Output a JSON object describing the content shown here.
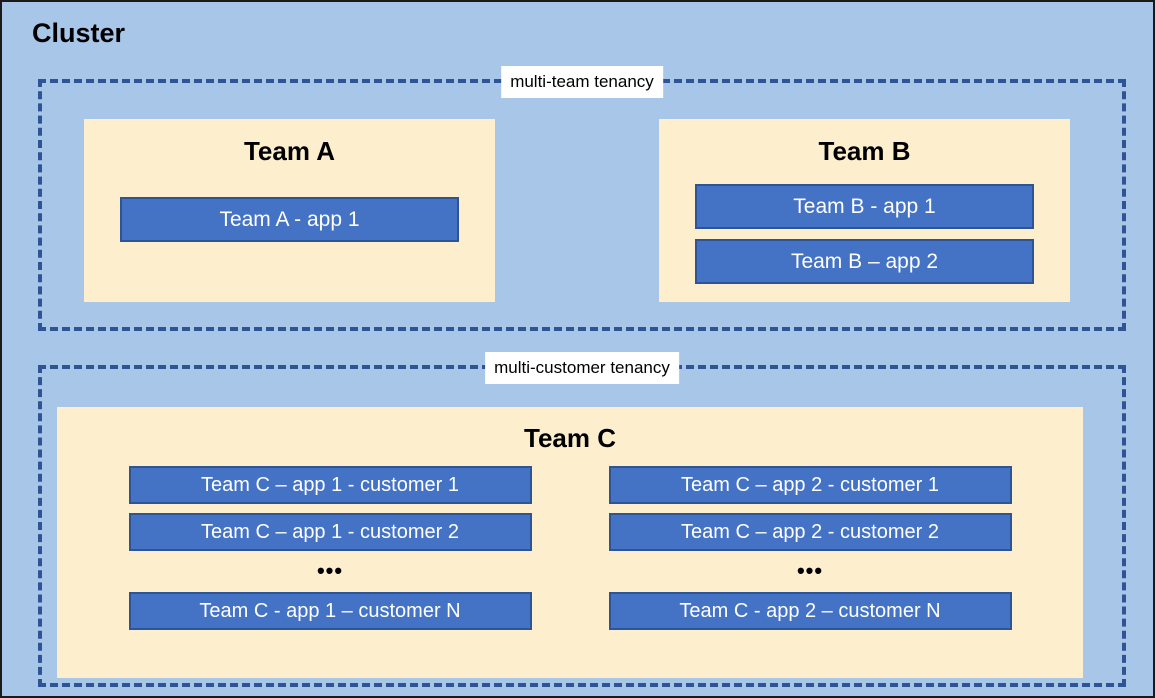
{
  "diagram": {
    "title": "Cluster",
    "background_color": "#a8c6e8",
    "team_box_color": "#fdefce",
    "app_bar_color": "#4472c4",
    "accent_border_color": "#2f5496"
  },
  "groups": [
    {
      "id": "multi-team",
      "label": "multi-team tenancy",
      "teams": [
        {
          "id": "team-a",
          "title": "Team A",
          "apps": [
            {
              "label": "Team A - app 1"
            }
          ]
        },
        {
          "id": "team-b",
          "title": "Team B",
          "apps": [
            {
              "label": "Team B - app 1"
            },
            {
              "label": "Team B – app 2"
            }
          ]
        }
      ]
    },
    {
      "id": "multi-customer",
      "label": "multi-customer tenancy",
      "teams": [
        {
          "id": "team-c",
          "title": "Team C",
          "columns": [
            {
              "id": "team-c-app-1",
              "items": [
                {
                  "type": "bar",
                  "label": "Team C – app 1 - customer 1"
                },
                {
                  "type": "bar",
                  "label": "Team C – app 1 - customer 2"
                },
                {
                  "type": "ellipsis",
                  "label": "•••"
                },
                {
                  "type": "bar",
                  "label": "Team C - app 1 – customer N"
                }
              ]
            },
            {
              "id": "team-c-app-2",
              "items": [
                {
                  "type": "bar",
                  "label": "Team C – app 2 - customer 1"
                },
                {
                  "type": "bar",
                  "label": "Team C – app 2 - customer 2"
                },
                {
                  "type": "ellipsis",
                  "label": "•••"
                },
                {
                  "type": "bar",
                  "label": "Team C - app 2 – customer N"
                }
              ]
            }
          ]
        }
      ]
    }
  ]
}
